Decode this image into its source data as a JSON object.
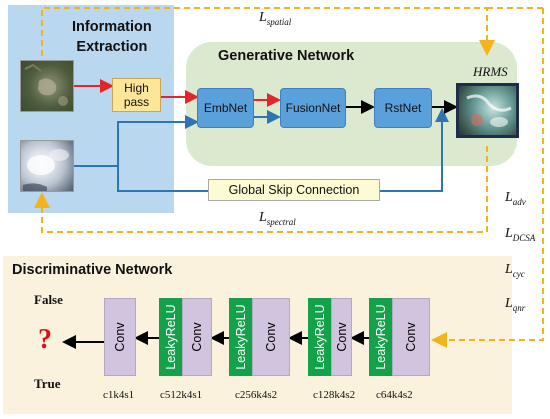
{
  "info": {
    "title_line1": "Information",
    "title_line2": "Extraction",
    "high_pass_line1": "High",
    "high_pass_line2": "pass"
  },
  "gen": {
    "title": "Generative Network",
    "emb": "EmbNet",
    "fusion": "FusionNet",
    "rst": "RstNet",
    "hrms": "HRMS"
  },
  "skip": "Global Skip Connection",
  "losses": {
    "spatial": {
      "main": "L",
      "sub": "spatial"
    },
    "spectral": {
      "main": "L",
      "sub": "spectral"
    },
    "adv": {
      "main": "L",
      "sub": "adv"
    },
    "dcsa": {
      "main": "L",
      "sub": "DCSA"
    },
    "cyc": {
      "main": "L",
      "sub": "cyc"
    },
    "qnr": {
      "main": "L",
      "sub": "qnr"
    }
  },
  "disc": {
    "title": "Discriminative Network",
    "false_label": "False",
    "true_label": "True",
    "qmark": "?",
    "conv": "Conv",
    "lrelu": "LeakyReLU",
    "blocks": [
      "c1k4s1",
      "c512k4s1",
      "c256k4s2",
      "c128k4s2",
      "c64k4s2"
    ]
  },
  "colors": {
    "red_arrow": "#e3262b",
    "blue_arrow": "#2e75b6",
    "dashed": "#f2b31b",
    "black_arrow": "#000000"
  }
}
